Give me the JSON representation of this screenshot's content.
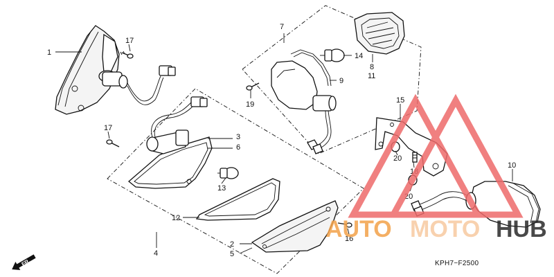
{
  "callouts": {
    "c1": "1",
    "c2": "2",
    "c3": "3",
    "c4": "4",
    "c5": "5",
    "c6": "6",
    "c7": "7",
    "c8": "8",
    "c9": "9",
    "c10": "10",
    "c11": "11",
    "c12": "12",
    "c13": "13",
    "c14": "14",
    "c15": "15",
    "c16": "16",
    "c17a": "17",
    "c17b": "17",
    "c18": "18",
    "c19": "19",
    "c20a": "20",
    "c20b": "20"
  },
  "direction_label": "FR.",
  "diagram_code": "KPH7−F2500",
  "watermark": {
    "part1": "AUTO",
    "part2": "MOTO",
    "part3": "HUB",
    "color_orange": "#f3a24a",
    "color_light": "#f7c9a0",
    "color_dark": "#2a2a2a",
    "color_triangle": "#ee6a6a"
  }
}
